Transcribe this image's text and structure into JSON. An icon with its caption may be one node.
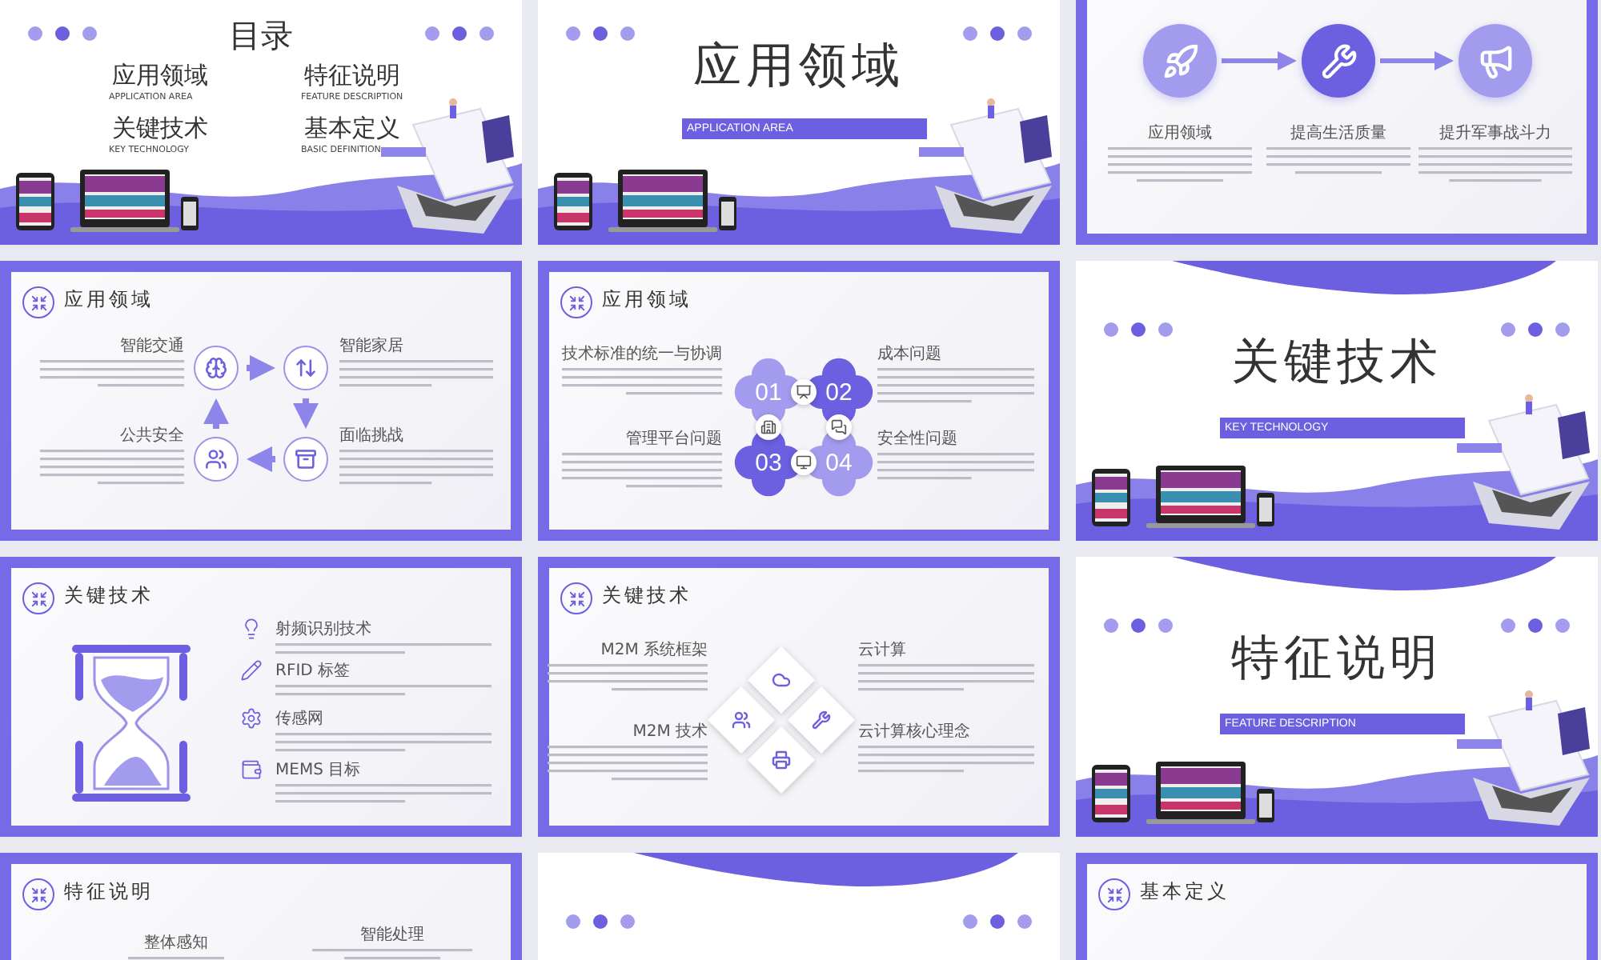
{
  "diagram": {
    "nodes": [
      {
        "text": [
          "目录",
          "应用领域",
          "APPLICATION AREA",
          "特征说明",
          "FEATURE DESCRIPTION",
          "关键技术",
          "KEY TECHNOLOGY",
          "基本定义",
          "BASIC DEFINITION"
        ]
      },
      {
        "text": [
          "应用领域"
        ]
      },
      {
        "text": [
          "APPLICATION AREA"
        ],
        "in": 1
      },
      {
        "text": [],
        "shape": "box"
      },
      {
        "text": [],
        "shape": "circle",
        "in": 3,
        "beside": [
          "应用领域"
        ]
      },
      {
        "text": [],
        "shape": "circle",
        "in": 3,
        "beside": [
          "提高生活质量"
        ]
      },
      {
        "text": [],
        "shape": "circle",
        "in": 3,
        "beside": [
          "提升军事战斗力"
        ]
      },
      {
        "text": [
          "应用领域"
        ]
      },
      {
        "text": [],
        "shape": "circle",
        "in": 7,
        "beside": [
          "智能交通"
        ]
      },
      {
        "text": [],
        "shape": "circle",
        "in": 7,
        "beside": [
          "智能家居"
        ]
      },
      {
        "text": [],
        "shape": "circle",
        "in": 7,
        "beside": [
          "公共安全"
        ]
      },
      {
        "text": [],
        "shape": "circle",
        "in": 7,
        "beside": [
          "面临挑战"
        ]
      },
      {
        "text": [
          "应用领域"
        ]
      },
      {
        "text": [
          "01"
        ],
        "in": 12,
        "beside": [
          "技术标准的统一与协调"
        ]
      },
      {
        "text": [
          "02"
        ],
        "in": 12,
        "beside": [
          "成本问题"
        ]
      },
      {
        "text": [
          "03"
        ],
        "in": 12,
        "beside": [
          "管理平台问题"
        ]
      },
      {
        "text": [
          "04"
        ],
        "in": 12,
        "beside": [
          "安全性问题"
        ]
      },
      {
        "text": [
          "关键技术"
        ]
      },
      {
        "text": [
          "KEY TECHNOLOGY"
        ],
        "in": 17
      },
      {
        "text": [
          "关键技术",
          "射频识别技术",
          "RFID 标签",
          "传感网",
          "MEMS 目标"
        ]
      },
      {
        "text": [
          "关键技术",
          "M2M 系统框架",
          "M2M 技术",
          "云计算",
          "云计算核心理念"
        ]
      },
      {
        "text": [],
        "shape": "diamond",
        "in": 20
      },
      {
        "text": [],
        "shape": "diamond",
        "in": 20
      },
      {
        "text": [],
        "shape": "diamond",
        "in": 20
      },
      {
        "text": [],
        "shape": "diamond",
        "in": 20
      },
      {
        "text": [
          "特征说明"
        ]
      },
      {
        "text": [
          "FEATURE DESCRIPTION"
        ],
        "in": 25
      },
      {
        "text": [
          "特征说明",
          "整体感知",
          "智能处理"
        ]
      },
      {
        "text": [],
        "shape": "box"
      },
      {
        "text": [
          "基本定义"
        ]
      }
    ],
    "edges": [
      {
        "from": 4,
        "to": 5,
        "arrow": "to",
        "color": "#8e85ea"
      },
      {
        "from": 5,
        "to": 6,
        "arrow": "to",
        "color": "#8e85ea"
      },
      {
        "from": 8,
        "to": 9,
        "arrow": "to"
      },
      {
        "from": 9,
        "to": 11,
        "arrow": "to"
      },
      {
        "from": 11,
        "to": 10,
        "arrow": "to"
      },
      {
        "from": 10,
        "to": 8,
        "arrow": "to"
      }
    ]
  }
}
